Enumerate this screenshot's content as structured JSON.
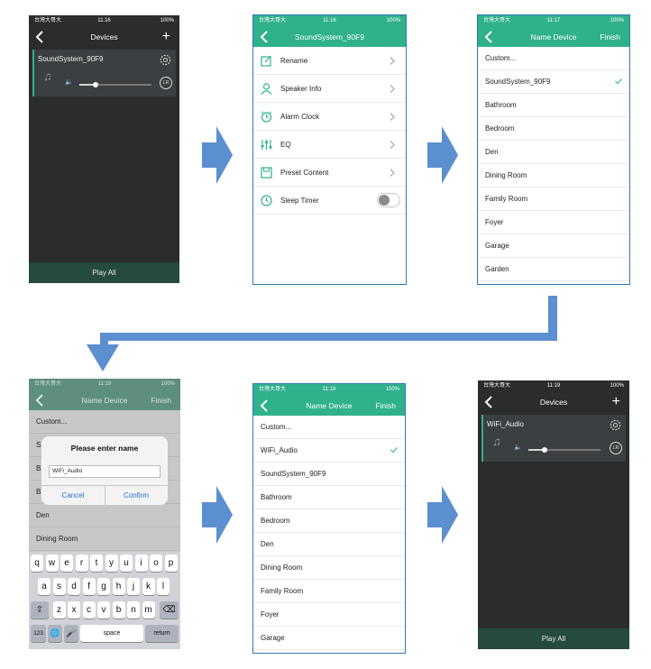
{
  "status": {
    "carrier": "台灣大哥大",
    "battery": "100%",
    "time1": "11:16",
    "time2": "11:16",
    "time3": "11:17",
    "time4": "11:19",
    "time5": "11:19",
    "time6": "11:19"
  },
  "s1": {
    "title": "Devices",
    "plus": "+",
    "device": "SoundSystem_90F9",
    "lr": "LR",
    "play_all": "Play All",
    "volume": 0.23
  },
  "s2": {
    "title": "SoundSystem_90F9",
    "items": [
      {
        "label": "Rename",
        "icon": "rename-icon"
      },
      {
        "label": "Speaker Info",
        "icon": "person-icon"
      },
      {
        "label": "Alarm Clock",
        "icon": "alarm-clock-icon"
      },
      {
        "label": "EQ",
        "icon": "equalizer-icon"
      },
      {
        "label": "Preset Content",
        "icon": "save-icon"
      },
      {
        "label": "Sleep Timer",
        "icon": "timer-icon"
      }
    ]
  },
  "s3": {
    "title": "Name Device",
    "finish": "Finish",
    "items": [
      "Custom...",
      "SoundSystem_90F9",
      "Bathroom",
      "Bedroom",
      "Den",
      "Dining Room",
      "Family Room",
      "Foyer",
      "Garage",
      "Garden"
    ]
  },
  "s4": {
    "title": "Name Device",
    "finish": "Finish",
    "rows": [
      "Custom...",
      "S",
      "B",
      "B",
      "Den",
      "Dining Room"
    ],
    "dialog_title": "Please enter name",
    "input_value": "WiFi_Audio",
    "cancel": "Cancel",
    "confirm": "Confirm",
    "kb_row1": [
      "q",
      "w",
      "e",
      "r",
      "t",
      "y",
      "u",
      "i",
      "o",
      "p"
    ],
    "kb_row2": [
      "a",
      "s",
      "d",
      "f",
      "g",
      "h",
      "j",
      "k",
      "l"
    ],
    "kb_row3": [
      "z",
      "x",
      "c",
      "v",
      "b",
      "n",
      "m"
    ],
    "kb_123": "123",
    "kb_space": "space",
    "kb_return": "return"
  },
  "s5": {
    "title": "Name Device",
    "finish": "Finish",
    "items": [
      "Custom...",
      "WiFi_Audio",
      "SoundSystem_90F9",
      "Bathroom",
      "Bedroom",
      "Den",
      "Dining Room",
      "Family Room",
      "Foyer",
      "Garage"
    ]
  },
  "s6": {
    "title": "Devices",
    "plus": "+",
    "device": "WiFi_Audio",
    "lr": "LR",
    "play_all": "Play All",
    "volume": 0.23
  },
  "colors": {
    "green": "#2fb18c",
    "frame": "#2f78b8",
    "arrow": "#5b8fd0",
    "dark": "#2a2c2e"
  }
}
